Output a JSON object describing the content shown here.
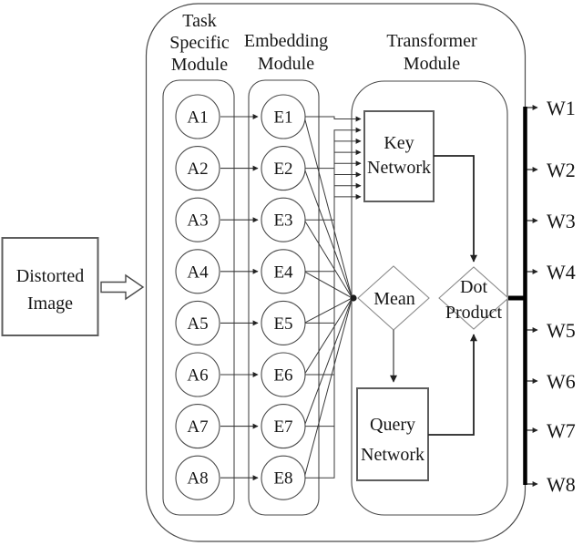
{
  "input_box": {
    "lines": [
      "Distorted",
      "Image"
    ]
  },
  "module_headers": {
    "task": [
      "Task",
      "Specific",
      "Module"
    ],
    "embedding": [
      "Embedding",
      "Module"
    ],
    "transformer": [
      "Transformer",
      "Module"
    ]
  },
  "task_nodes": [
    "A1",
    "A2",
    "A3",
    "A4",
    "A5",
    "A6",
    "A7",
    "A8"
  ],
  "embedding_nodes": [
    "E1",
    "E2",
    "E3",
    "E4",
    "E5",
    "E6",
    "E7",
    "E8"
  ],
  "key_network": [
    "Key",
    "Network"
  ],
  "query_network": [
    "Query",
    "Network"
  ],
  "mean_label": "Mean",
  "dot_product": [
    "Dot",
    "Product"
  ],
  "output_labels": [
    "W1",
    "W2",
    "W3",
    "W4",
    "W5",
    "W6",
    "W7",
    "W8"
  ],
  "colors": {
    "thin_stroke": "#3a3a3a",
    "container_stroke": "#4a4a4a",
    "box_border": "#5e5e5e",
    "diamond_stroke": "#8a8a8a",
    "thick_line": "#000000",
    "text": "#161616"
  }
}
